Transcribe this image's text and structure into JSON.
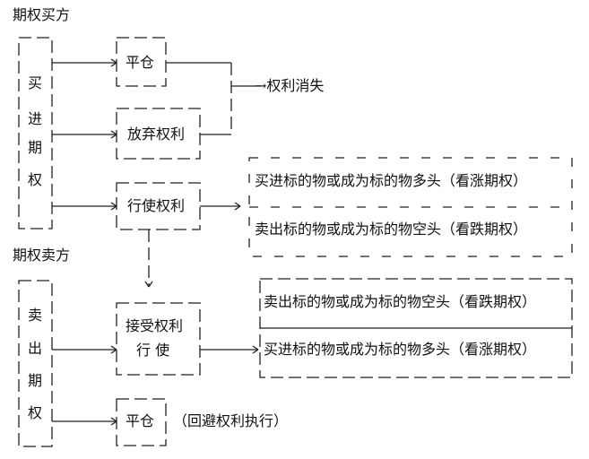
{
  "buyer": {
    "title": "期权买方",
    "box_chars": [
      "买",
      "进",
      "期",
      "权"
    ],
    "close_position": "平仓",
    "abandon": "放弃权利",
    "exercise": "行使权利",
    "rights_lost": "→权利消失",
    "outcome_1": "买进标的物或成为标的物多头（看涨期权）",
    "outcome_2": "卖出标的物或成为标的物空头（看跌期权）"
  },
  "seller": {
    "title": "期权卖方",
    "box_chars": [
      "卖",
      "出",
      "期",
      "权"
    ],
    "accept_line1": "接受权利",
    "accept_line2": "行 使",
    "close_position": "平仓",
    "close_note": "（回避权利执行）",
    "outcome_1": "卖出标的物或成为标的物空头（看跌期权）",
    "outcome_2": "买进标的物或成为标的物多头（看涨期权）"
  }
}
